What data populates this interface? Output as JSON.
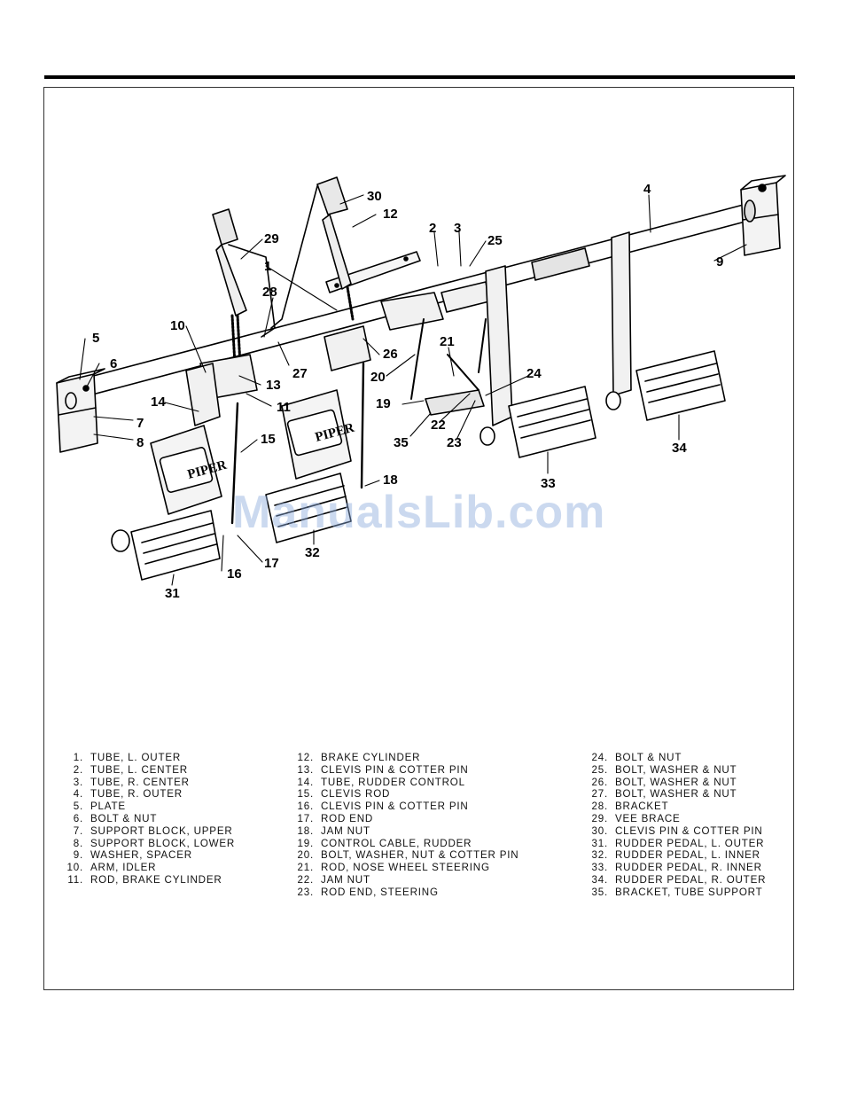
{
  "callouts": [
    {
      "id": "1",
      "text": "1"
    },
    {
      "id": "2",
      "text": "2"
    },
    {
      "id": "3",
      "text": "3"
    },
    {
      "id": "4",
      "text": "4"
    },
    {
      "id": "5",
      "text": "5"
    },
    {
      "id": "6",
      "text": "6"
    },
    {
      "id": "7",
      "text": "7"
    },
    {
      "id": "8",
      "text": "8"
    },
    {
      "id": "9",
      "text": "9"
    },
    {
      "id": "10",
      "text": "10"
    },
    {
      "id": "11",
      "text": "11"
    },
    {
      "id": "12",
      "text": "12"
    },
    {
      "id": "13",
      "text": "13"
    },
    {
      "id": "14",
      "text": "14"
    },
    {
      "id": "15",
      "text": "15"
    },
    {
      "id": "16",
      "text": "16"
    },
    {
      "id": "17",
      "text": "17"
    },
    {
      "id": "18",
      "text": "18"
    },
    {
      "id": "19",
      "text": "19"
    },
    {
      "id": "20",
      "text": "20"
    },
    {
      "id": "21",
      "text": "21"
    },
    {
      "id": "22",
      "text": "22"
    },
    {
      "id": "23",
      "text": "23"
    },
    {
      "id": "24",
      "text": "24"
    },
    {
      "id": "25",
      "text": "25"
    },
    {
      "id": "26",
      "text": "26"
    },
    {
      "id": "27",
      "text": "27"
    },
    {
      "id": "28",
      "text": "28"
    },
    {
      "id": "29",
      "text": "29"
    },
    {
      "id": "30",
      "text": "30"
    },
    {
      "id": "31",
      "text": "31"
    },
    {
      "id": "32",
      "text": "32"
    },
    {
      "id": "33",
      "text": "33"
    },
    {
      "id": "34",
      "text": "34"
    },
    {
      "id": "35",
      "text": "35"
    }
  ],
  "pedal_badge": "PIPER",
  "watermark": "ManualsLib.com",
  "legend": {
    "col1": [
      {
        "num": "1.",
        "label": "TUBE, L. OUTER"
      },
      {
        "num": "2.",
        "label": "TUBE, L. CENTER"
      },
      {
        "num": "3.",
        "label": "TUBE, R. CENTER"
      },
      {
        "num": "4.",
        "label": "TUBE, R. OUTER"
      },
      {
        "num": "5.",
        "label": "PLATE"
      },
      {
        "num": "6.",
        "label": "BOLT & NUT"
      },
      {
        "num": "7.",
        "label": "SUPPORT BLOCK, UPPER"
      },
      {
        "num": "8.",
        "label": "SUPPORT BLOCK, LOWER"
      },
      {
        "num": "9.",
        "label": "WASHER, SPACER"
      },
      {
        "num": "10.",
        "label": "ARM, IDLER"
      },
      {
        "num": "11.",
        "label": "ROD, BRAKE CYLINDER"
      }
    ],
    "col2": [
      {
        "num": "12.",
        "label": "BRAKE CYLINDER"
      },
      {
        "num": "13.",
        "label": "CLEVIS PIN & COTTER PIN"
      },
      {
        "num": "14.",
        "label": "TUBE, RUDDER CONTROL"
      },
      {
        "num": "15.",
        "label": "CLEVIS ROD"
      },
      {
        "num": "16.",
        "label": "CLEVIS PIN & COTTER PIN"
      },
      {
        "num": "17.",
        "label": "ROD END"
      },
      {
        "num": "18.",
        "label": "JAM NUT"
      },
      {
        "num": "19.",
        "label": "CONTROL CABLE, RUDDER"
      },
      {
        "num": "20.",
        "label": "BOLT, WASHER, NUT & COTTER PIN"
      },
      {
        "num": "21.",
        "label": "ROD, NOSE WHEEL STEERING"
      },
      {
        "num": "22.",
        "label": "JAM NUT"
      },
      {
        "num": "23.",
        "label": "ROD END, STEERING"
      }
    ],
    "col3": [
      {
        "num": "24.",
        "label": "BOLT & NUT"
      },
      {
        "num": "25.",
        "label": "BOLT, WASHER & NUT"
      },
      {
        "num": "26.",
        "label": "BOLT, WASHER & NUT"
      },
      {
        "num": "27.",
        "label": "BOLT, WASHER & NUT"
      },
      {
        "num": "28.",
        "label": "BRACKET"
      },
      {
        "num": "29.",
        "label": "VEE BRACE"
      },
      {
        "num": "30.",
        "label": "CLEVIS PIN & COTTER PIN"
      },
      {
        "num": "31.",
        "label": "RUDDER PEDAL, L. OUTER"
      },
      {
        "num": "32.",
        "label": "RUDDER PEDAL, L. INNER"
      },
      {
        "num": "33.",
        "label": "RUDDER PEDAL, R. INNER"
      },
      {
        "num": "34.",
        "label": "RUDDER PEDAL, R. OUTER"
      },
      {
        "num": "35.",
        "label": "BRACKET, TUBE SUPPORT"
      }
    ]
  }
}
